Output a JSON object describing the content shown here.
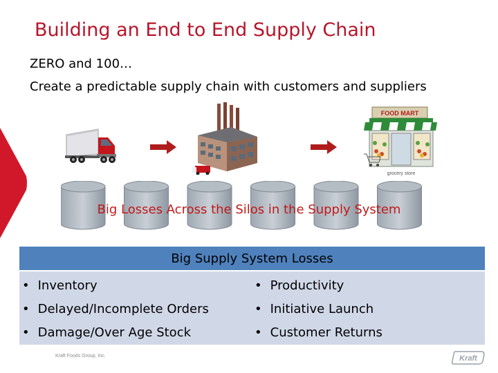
{
  "slide": {
    "title": "Building an End to End Supply Chain",
    "subtitle_lines": [
      "ZERO and 100…",
      "Create a predictable supply chain with customers and suppliers"
    ]
  },
  "flow": {
    "stages": [
      {
        "icon": "truck-icon"
      },
      {
        "icon": "factory-icon"
      },
      {
        "icon": "grocery-store-icon",
        "sign": "FOOD MART",
        "caption": "grocery store"
      }
    ],
    "arrow_color": "#b01c1c"
  },
  "silos": {
    "count": 6,
    "caption": "Big Losses Across the Silos in the Supply System",
    "caption_color": "#c01a1a"
  },
  "losses_table": {
    "header": "Big Supply System Losses",
    "header_color": "#4f81bd",
    "body_color": "#d0d8e8",
    "left_items": [
      "Inventory",
      "Delayed/Incomplete Orders",
      "Damage/Over Age Stock"
    ],
    "right_items": [
      "Productivity",
      "Initiative Launch",
      "Customer Returns"
    ]
  },
  "footer": {
    "text": "Kraft Foods Group, Inc.",
    "logo_text": "Kraft"
  },
  "accent_color": "#b8152a"
}
